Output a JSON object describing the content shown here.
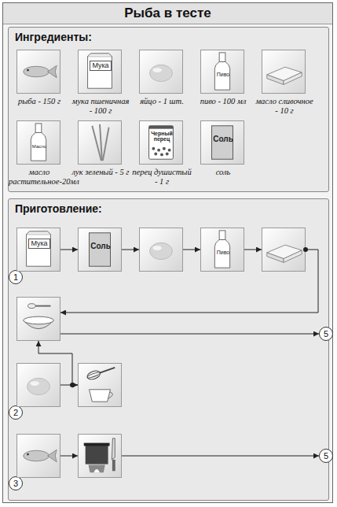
{
  "diagram": {
    "title": "Рыба в тесте",
    "nodes": [
      {
        "text": [
          "Ингредиенты:"
        ]
      },
      {
        "text": [
          "рыба - 150 г"
        ],
        "in": 0
      },
      {
        "text": [
          "Мука",
          "мука пшеничная - 100 г"
        ],
        "in": 0
      },
      {
        "text": [
          "яйцо - 1 шт."
        ],
        "in": 0
      },
      {
        "text": [
          "Пиво",
          "пиво - 100 мл"
        ],
        "in": 0
      },
      {
        "text": [
          "масло сливочное - 10 г"
        ],
        "in": 0
      },
      {
        "text": [
          "Масло",
          "масло растительное-20мл"
        ],
        "in": 0
      },
      {
        "text": [
          "лук зеленый - 5 г"
        ],
        "in": 0
      },
      {
        "text": [
          "Черный перец",
          "перец душистый - 1 г"
        ],
        "in": 0
      },
      {
        "text": [
          "Соль",
          "соль"
        ],
        "in": 0
      },
      {
        "text": [
          "Приготовление:"
        ]
      },
      {
        "text": [
          "1"
        ],
        "in": 10
      },
      {
        "text": [
          "Мука"
        ],
        "in": 10
      },
      {
        "text": [
          "Соль"
        ],
        "in": 10
      },
      {
        "text": [],
        "in": 10
      },
      {
        "text": [
          "Пиво"
        ],
        "in": 10
      },
      {
        "text": [],
        "in": 10
      },
      {
        "text": [],
        "in": 10
      },
      {
        "text": [
          "5"
        ],
        "in": 10
      },
      {
        "text": [
          "2"
        ],
        "in": 10
      },
      {
        "text": [],
        "in": 10
      },
      {
        "text": [],
        "in": 10
      },
      {
        "text": [
          "3"
        ],
        "in": 10
      },
      {
        "text": [],
        "in": 10
      },
      {
        "text": [],
        "in": 10
      },
      {
        "text": [
          "5"
        ],
        "in": 10
      }
    ],
    "edges": [
      {
        "from": 12,
        "to": 13,
        "arrow": "to"
      },
      {
        "from": 13,
        "to": 14,
        "arrow": "to"
      },
      {
        "from": 14,
        "to": 15,
        "arrow": "to"
      },
      {
        "from": 15,
        "to": 16,
        "arrow": "to"
      },
      {
        "from": 16,
        "to": 17,
        "arrow": "to"
      },
      {
        "from": 17,
        "to": 18,
        "arrow": "to"
      },
      {
        "from": 20,
        "to": 21,
        "arrow": "to"
      },
      {
        "from": 21,
        "to": 17,
        "arrow": "to"
      },
      {
        "from": 23,
        "to": 24,
        "arrow": "to"
      },
      {
        "from": 24,
        "to": 25,
        "arrow": "to"
      }
    ]
  }
}
